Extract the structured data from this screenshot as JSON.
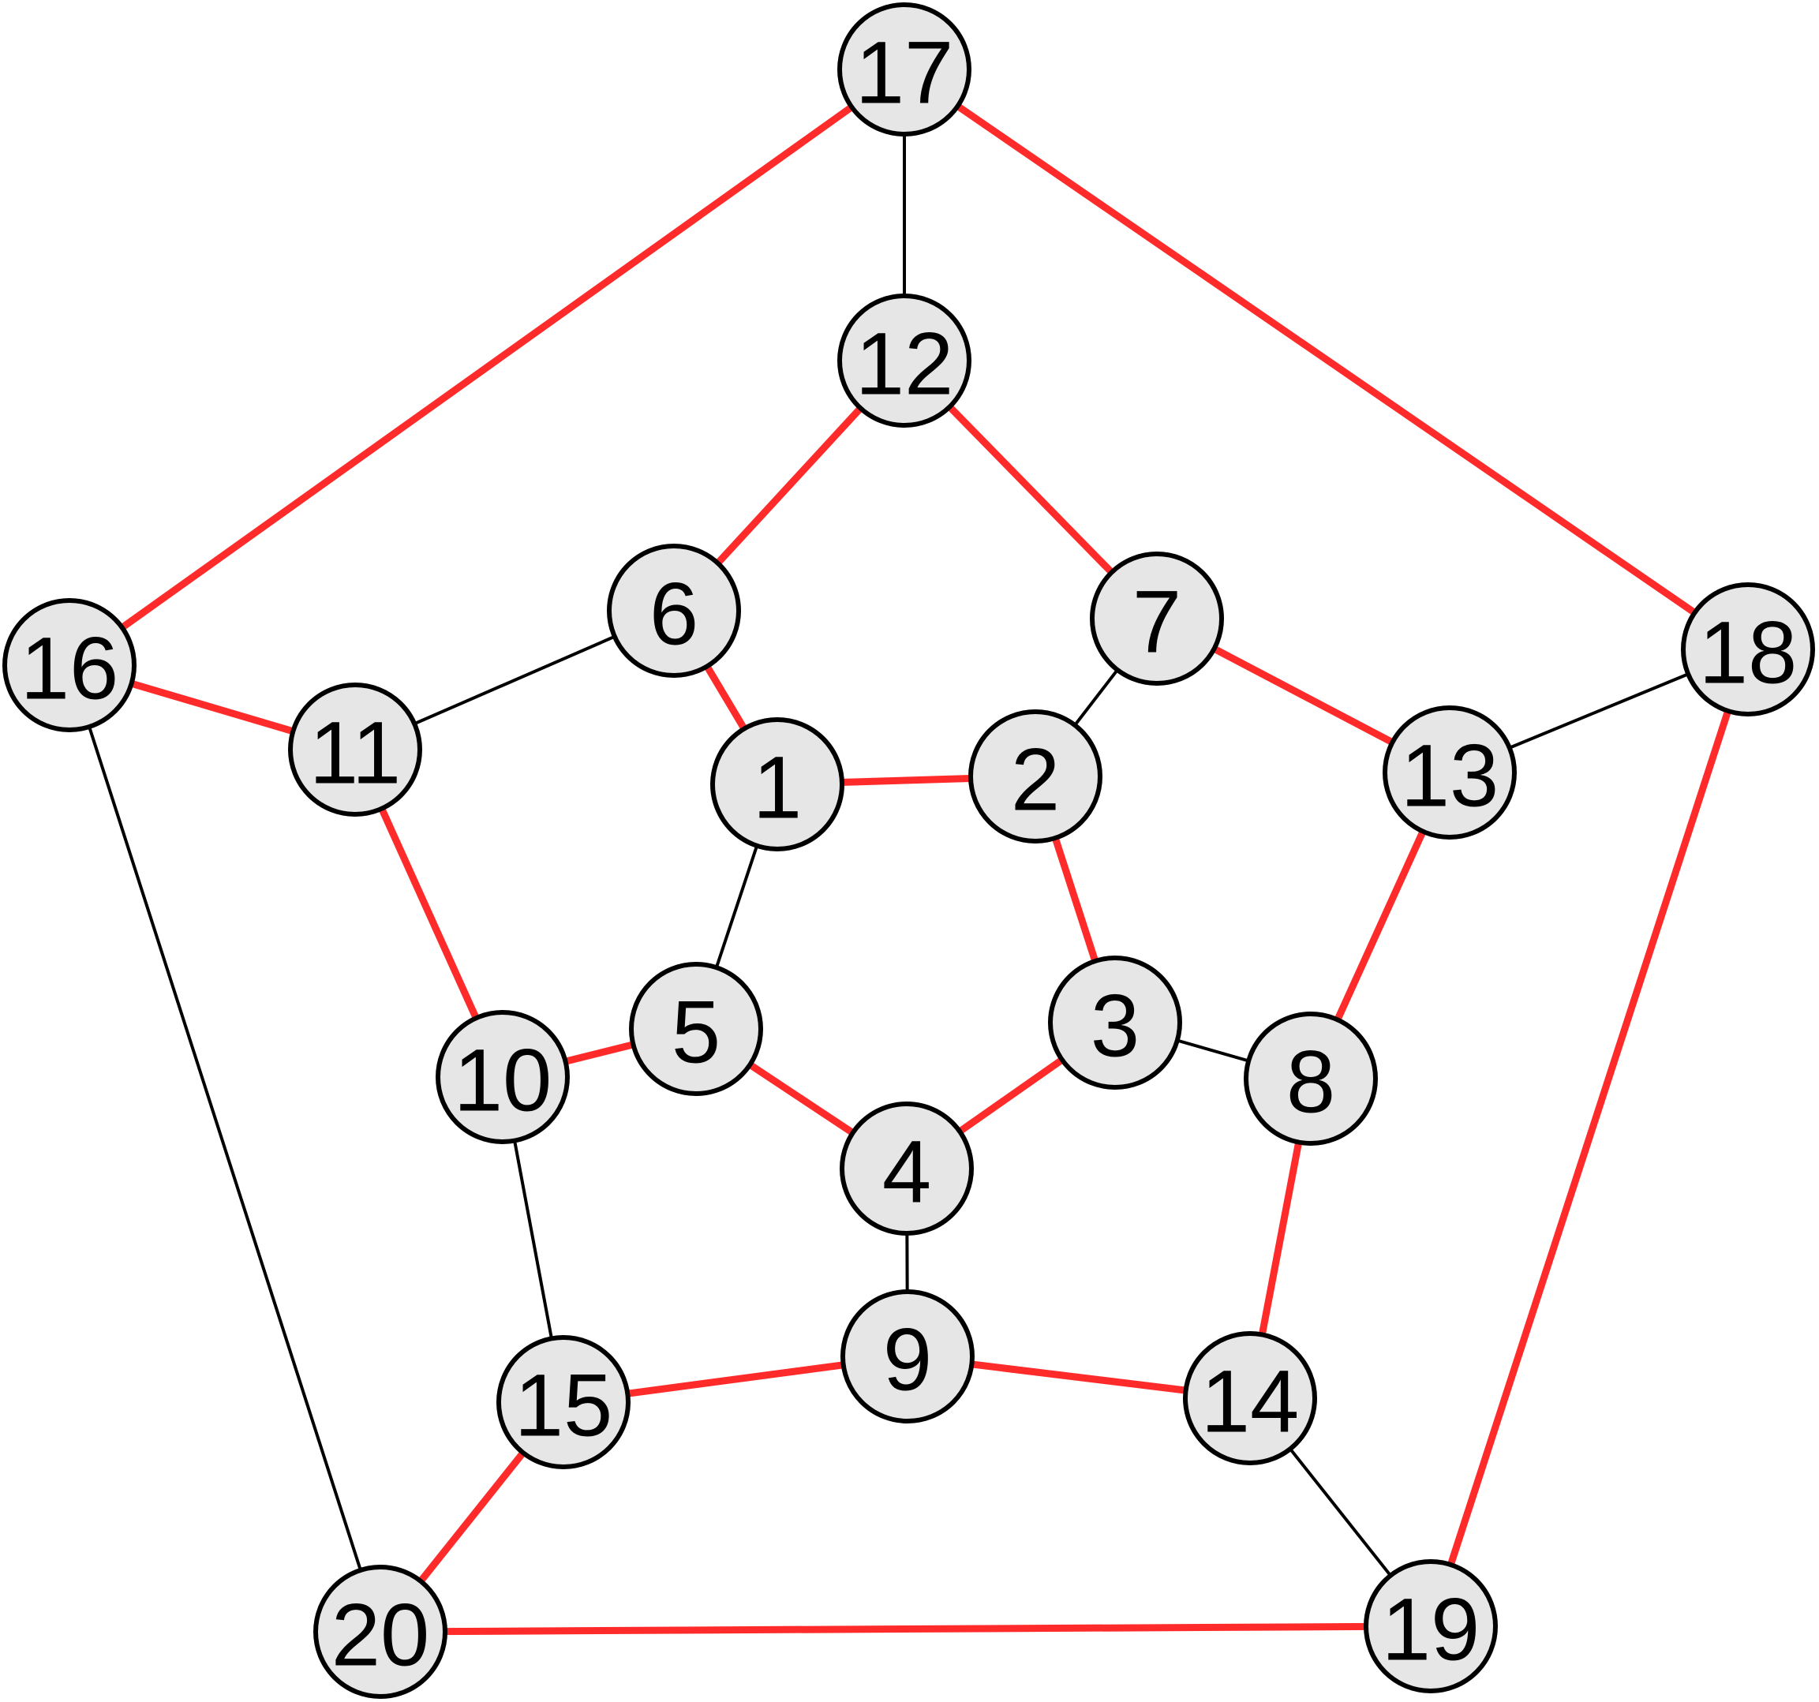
{
  "colors": {
    "highlight_edge": "#ff2b2b",
    "normal_edge": "#000000",
    "node_fill": "#e6e6e6",
    "node_stroke": "#000000",
    "background": "#ffffff"
  },
  "nodes": [
    {
      "id": "1",
      "label": "1"
    },
    {
      "id": "2",
      "label": "2"
    },
    {
      "id": "3",
      "label": "3"
    },
    {
      "id": "4",
      "label": "4"
    },
    {
      "id": "5",
      "label": "5"
    },
    {
      "id": "6",
      "label": "6"
    },
    {
      "id": "7",
      "label": "7"
    },
    {
      "id": "8",
      "label": "8"
    },
    {
      "id": "9",
      "label": "9"
    },
    {
      "id": "10",
      "label": "10"
    },
    {
      "id": "11",
      "label": "11"
    },
    {
      "id": "12",
      "label": "12"
    },
    {
      "id": "13",
      "label": "13"
    },
    {
      "id": "14",
      "label": "14"
    },
    {
      "id": "15",
      "label": "15"
    },
    {
      "id": "16",
      "label": "16"
    },
    {
      "id": "17",
      "label": "17"
    },
    {
      "id": "18",
      "label": "18"
    },
    {
      "id": "19",
      "label": "19"
    },
    {
      "id": "20",
      "label": "20"
    }
  ],
  "edges": [
    {
      "from": "1",
      "to": "2",
      "highlighted": true
    },
    {
      "from": "2",
      "to": "3",
      "highlighted": true
    },
    {
      "from": "3",
      "to": "4",
      "highlighted": true
    },
    {
      "from": "4",
      "to": "5",
      "highlighted": true
    },
    {
      "from": "5",
      "to": "1",
      "highlighted": false
    },
    {
      "from": "1",
      "to": "6",
      "highlighted": true
    },
    {
      "from": "2",
      "to": "7",
      "highlighted": false
    },
    {
      "from": "3",
      "to": "8",
      "highlighted": false
    },
    {
      "from": "4",
      "to": "9",
      "highlighted": false
    },
    {
      "from": "5",
      "to": "10",
      "highlighted": true
    },
    {
      "from": "6",
      "to": "12",
      "highlighted": true
    },
    {
      "from": "12",
      "to": "7",
      "highlighted": true
    },
    {
      "from": "7",
      "to": "13",
      "highlighted": true
    },
    {
      "from": "13",
      "to": "8",
      "highlighted": true
    },
    {
      "from": "8",
      "to": "14",
      "highlighted": true
    },
    {
      "from": "14",
      "to": "9",
      "highlighted": true
    },
    {
      "from": "9",
      "to": "15",
      "highlighted": true
    },
    {
      "from": "15",
      "to": "10",
      "highlighted": false
    },
    {
      "from": "10",
      "to": "11",
      "highlighted": true
    },
    {
      "from": "11",
      "to": "6",
      "highlighted": false
    },
    {
      "from": "17",
      "to": "12",
      "highlighted": false
    },
    {
      "from": "18",
      "to": "13",
      "highlighted": false
    },
    {
      "from": "14",
      "to": "19",
      "highlighted": false
    },
    {
      "from": "15",
      "to": "20",
      "highlighted": true
    },
    {
      "from": "11",
      "to": "16",
      "highlighted": true
    },
    {
      "from": "16",
      "to": "17",
      "highlighted": true
    },
    {
      "from": "17",
      "to": "18",
      "highlighted": true
    },
    {
      "from": "18",
      "to": "19",
      "highlighted": true
    },
    {
      "from": "19",
      "to": "20",
      "highlighted": true
    },
    {
      "from": "20",
      "to": "16",
      "highlighted": false
    }
  ]
}
